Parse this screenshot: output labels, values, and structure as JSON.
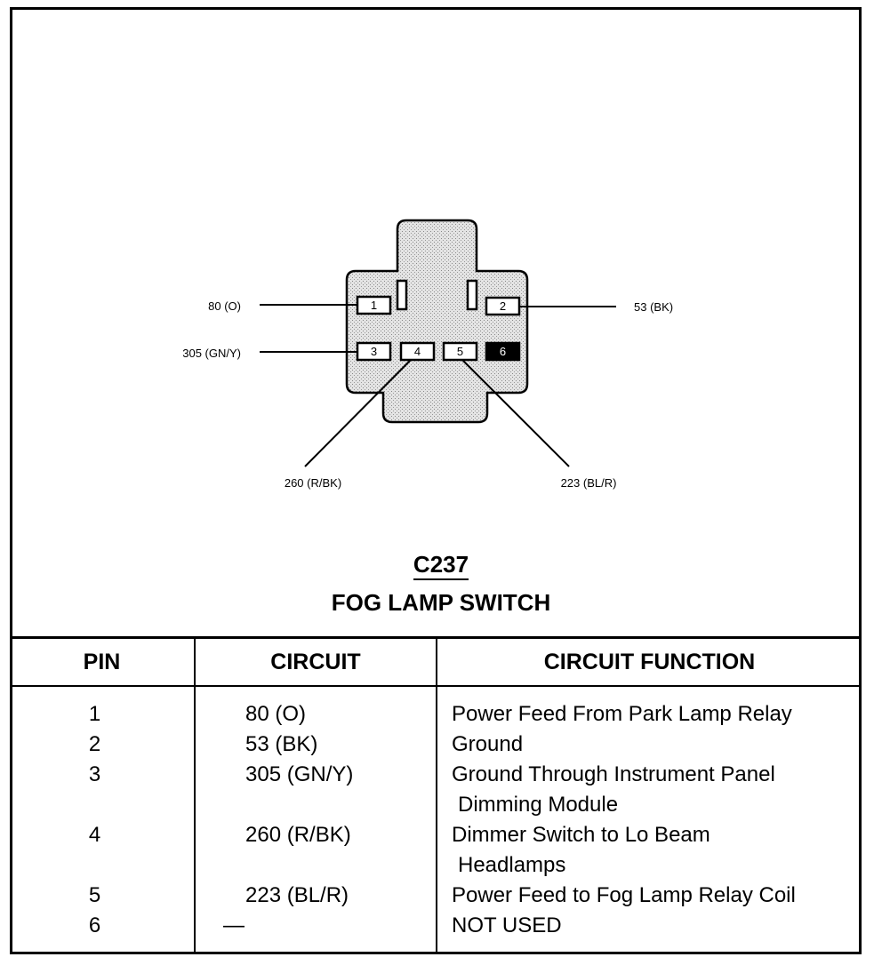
{
  "connector": {
    "id": "C237",
    "name": "FOG LAMP SWITCH",
    "pins": [
      {
        "num": "1",
        "wire": "80 (O)",
        "filled": false
      },
      {
        "num": "2",
        "wire": "53 (BK)",
        "filled": false
      },
      {
        "num": "3",
        "wire": "305 (GN/Y)",
        "filled": false
      },
      {
        "num": "4",
        "wire": "260 (R/BK)",
        "filled": false
      },
      {
        "num": "5",
        "wire": "223 (BL/R)",
        "filled": false
      },
      {
        "num": "6",
        "wire": "",
        "filled": true
      }
    ]
  },
  "table": {
    "headers": {
      "pin": "PIN",
      "circuit": "CIRCUIT",
      "function": "CIRCUIT FUNCTION"
    },
    "rows": [
      {
        "pin": "1",
        "circuit": "80 (O)",
        "function": [
          "Power Feed From Park Lamp Relay"
        ]
      },
      {
        "pin": "2",
        "circuit": "53 (BK)",
        "function": [
          "Ground"
        ]
      },
      {
        "pin": "3",
        "circuit": "305 (GN/Y)",
        "function": [
          "Ground Through Instrument Panel",
          "Dimming Module"
        ]
      },
      {
        "pin": "4",
        "circuit": "260 (R/BK)",
        "function": [
          "Dimmer Switch to Lo Beam",
          "Headlamps"
        ]
      },
      {
        "pin": "5",
        "circuit": "223 (BL/R)",
        "function": [
          "Power Feed to Fog Lamp Relay Coil"
        ]
      },
      {
        "pin": "6",
        "circuit": "—",
        "function": [
          "NOT USED"
        ]
      }
    ]
  },
  "colors": {
    "line": "#000000",
    "housing": "#d4d4d4",
    "background": "#ffffff"
  }
}
